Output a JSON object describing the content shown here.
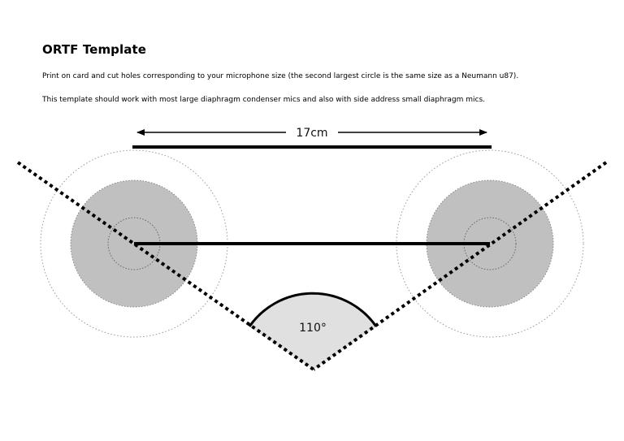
{
  "document": {
    "title": "ORTF Template",
    "paragraphs": [
      "Print on card and cut holes corresponding to your microphone size (the second largest circle is the same size as a Neumann u87).",
      "This template should work with most large diaphragm condenser mics and also with side address small diaphragm mics."
    ]
  },
  "diagram": {
    "distance_label": "17cm",
    "angle_label": "110°",
    "colors": {
      "line": "#000000",
      "mic_fill": "#c0c0c0",
      "angle_fill": "#e0e0e0",
      "dotted_ring": "#999999"
    }
  }
}
